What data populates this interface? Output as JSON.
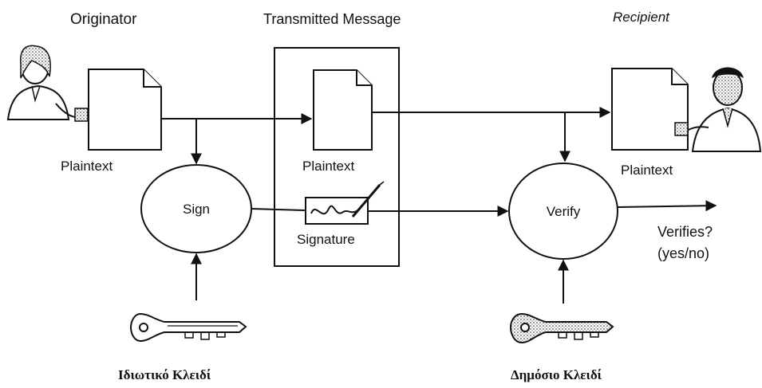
{
  "headers": {
    "originator": "Originator",
    "transmitted": "Transmitted Message",
    "recipient": "Recipient"
  },
  "documents": {
    "originator_label": "Plaintext",
    "transmitted_label": "Plaintext",
    "recipient_label": "Plaintext",
    "signature_label": "Signature"
  },
  "processes": {
    "sign": "Sign",
    "verify": "Verify"
  },
  "output": {
    "line1": "Verifies?",
    "line2": "(yes/no)"
  },
  "keys": {
    "private_key": "Ιδιωτικό Κλειδί",
    "public_key": "Δημόσιο Κλειδί"
  }
}
